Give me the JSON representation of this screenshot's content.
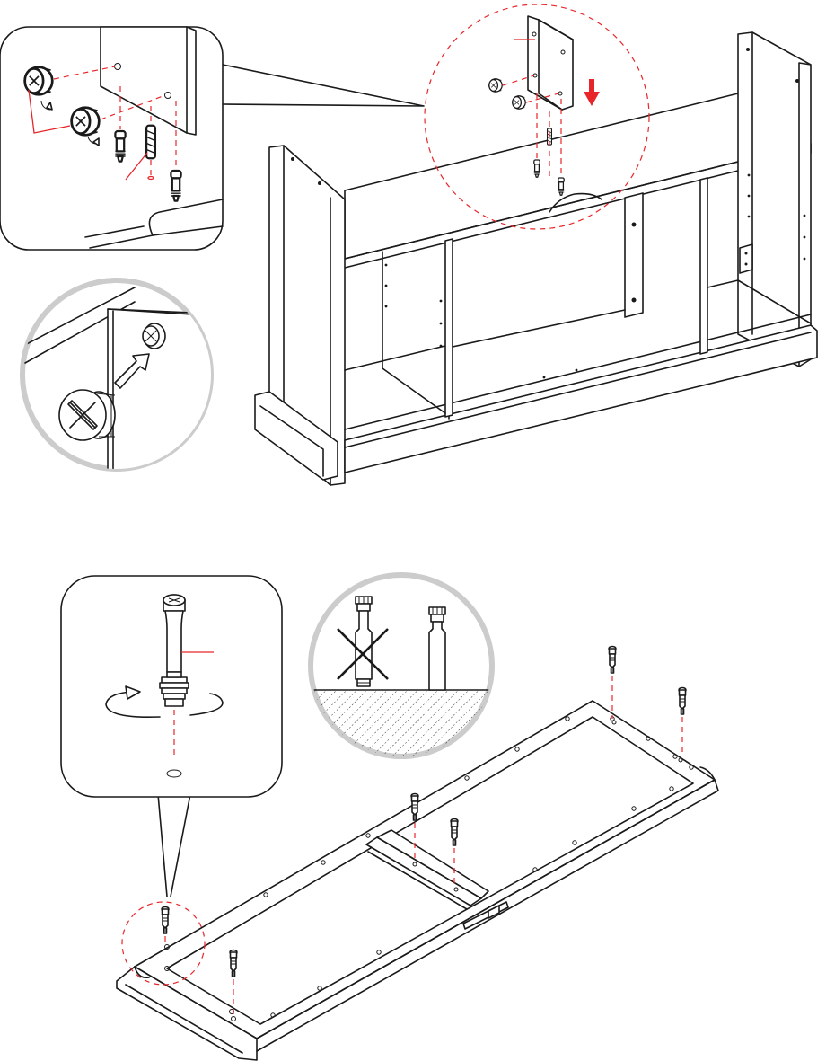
{
  "figure": {
    "steps": [
      {
        "id": "upper",
        "subject": "cabinet-frame-top-panel-attach"
      },
      {
        "id": "lower",
        "subject": "base-frame-dowel-insert"
      }
    ],
    "icons": [
      "cam-lock-icon",
      "cam-bolt-icon",
      "wooden-dowel-icon",
      "arrow-down-icon",
      "wrong-cross-icon",
      "rotate-arrow-icon"
    ],
    "colors": {
      "line": "#1a1a1a",
      "accent": "#e8262a",
      "background": "#ffffff",
      "callout_circle": "#cccccc"
    }
  }
}
